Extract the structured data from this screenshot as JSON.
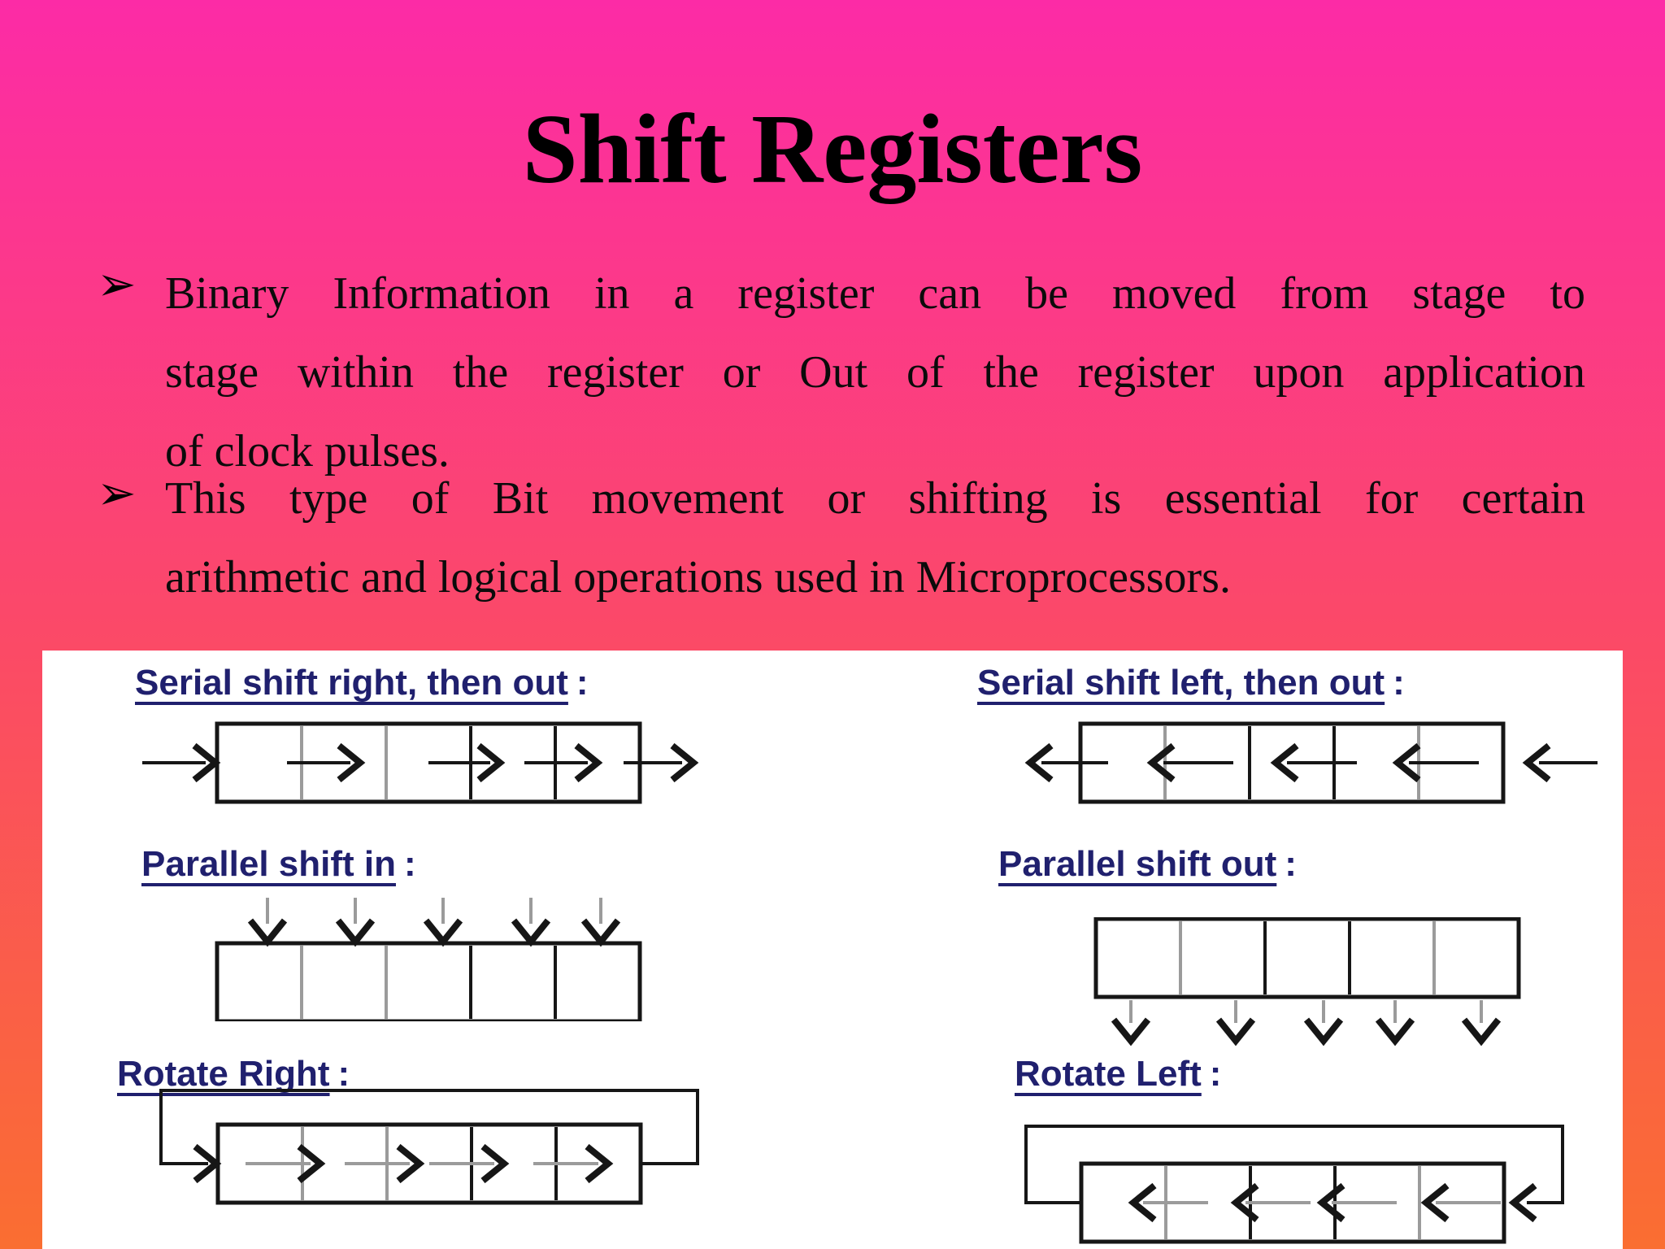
{
  "slide": {
    "title": "Shift Registers",
    "bullets": [
      {
        "marker": "➢",
        "lines": [
          "Binary Information in a register can be moved from stage to",
          "stage within the register or Out of the register upon application",
          "of clock pulses."
        ]
      },
      {
        "marker": "➢",
        "lines": [
          "This type of Bit movement or shifting is essential for certain",
          "arithmetic and logical operations used in Microprocessors."
        ]
      }
    ]
  },
  "panel": {
    "diagrams": [
      {
        "id": "serial-shift-right-then-out",
        "label": "Serial shift right, then out",
        "suffix": ":",
        "kind": "serial",
        "flow": "right",
        "cells": 5
      },
      {
        "id": "serial-shift-left-then-out",
        "label": "Serial shift left, then out",
        "suffix": ":",
        "kind": "serial",
        "flow": "left",
        "cells": 5
      },
      {
        "id": "parallel-shift-in",
        "label": "Parallel shift in",
        "suffix": ":",
        "kind": "parallel",
        "flow": "in",
        "cells": 5
      },
      {
        "id": "parallel-shift-out",
        "label": "Parallel shift out",
        "suffix": ":",
        "kind": "parallel",
        "flow": "out",
        "cells": 5
      },
      {
        "id": "rotate-right",
        "label": "Rotate Right",
        "suffix": ":",
        "kind": "rotate",
        "flow": "right",
        "cells": 5
      },
      {
        "id": "rotate-left",
        "label": "Rotate Left",
        "suffix": ":",
        "kind": "rotate",
        "flow": "left",
        "cells": 5
      }
    ]
  },
  "colors": {
    "bg_top": "#fc2ba6",
    "bg_mid": "#fb4a66",
    "bg_bottom": "#fa6e31",
    "panel": "#ffffff",
    "title_text": "#000000",
    "body_text": "#0b0b0b",
    "label_text": "#20206e",
    "diagram_line": "#161616",
    "diagram_muted": "#9b9b9b"
  }
}
